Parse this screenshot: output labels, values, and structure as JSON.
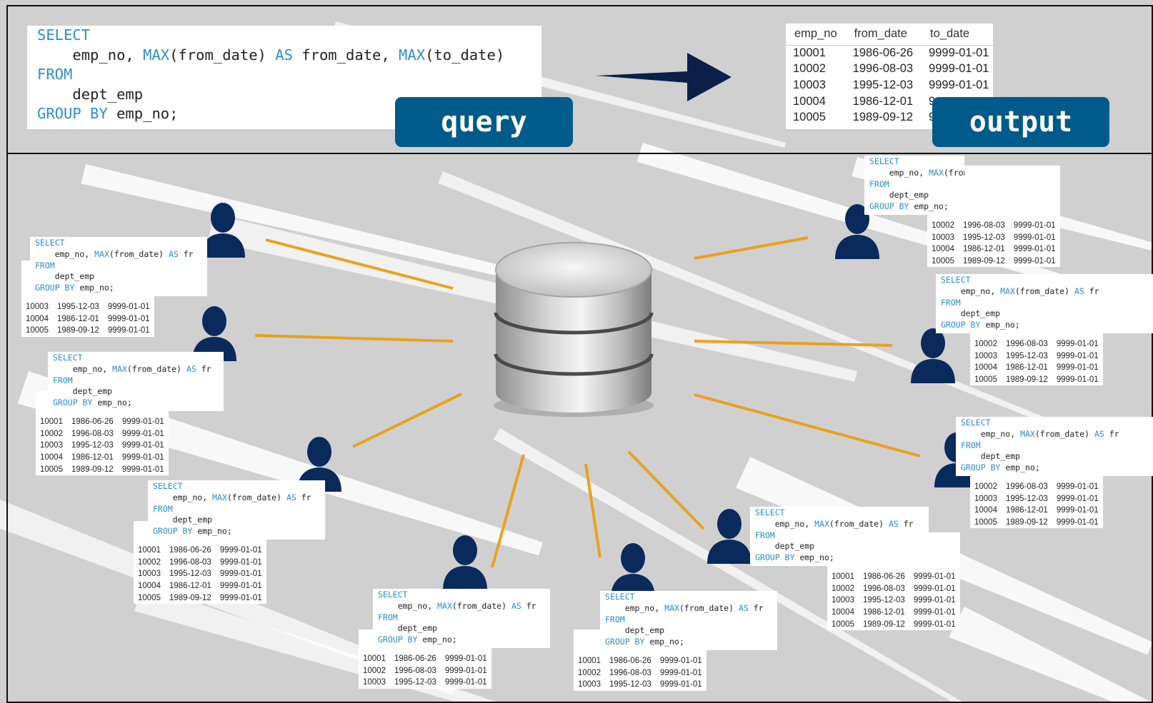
{
  "query_panel": {
    "code_lines": [
      [
        {
          "k": true,
          "t": "SELECT"
        }
      ],
      [
        {
          "k": false,
          "t": "    emp_no, "
        },
        {
          "k": true,
          "t": "MAX"
        },
        {
          "k": false,
          "t": "(from_date) "
        },
        {
          "k": true,
          "t": "AS"
        },
        {
          "k": false,
          "t": " from_date, "
        },
        {
          "k": true,
          "t": "MAX"
        },
        {
          "k": false,
          "t": "(to_date)"
        }
      ],
      [
        {
          "k": true,
          "t": "FROM"
        }
      ],
      [
        {
          "k": false,
          "t": "    dept_emp"
        }
      ],
      [
        {
          "k": true,
          "t": "GROUP BY"
        },
        {
          "k": false,
          "t": " emp_no;"
        }
      ]
    ],
    "badge_label": "query"
  },
  "output_panel": {
    "columns": [
      "emp_no",
      "from_date",
      "to_date"
    ],
    "rows": [
      [
        "10001",
        "1986-06-26",
        "9999-01-01"
      ],
      [
        "10002",
        "1996-08-03",
        "9999-01-01"
      ],
      [
        "10003",
        "1995-12-03",
        "9999-01-01"
      ],
      [
        "10004",
        "1986-12-01",
        "9"
      ],
      [
        "10005",
        "1989-09-12",
        "9"
      ]
    ],
    "badge_label": "output"
  },
  "small_query_lines": [
    [
      {
        "k": true,
        "t": "SELECT"
      }
    ],
    [
      {
        "k": false,
        "t": "    emp_no, "
      },
      {
        "k": true,
        "t": "MAX"
      },
      {
        "k": false,
        "t": "(from_date) "
      },
      {
        "k": true,
        "t": "AS"
      },
      {
        "k": false,
        "t": " fr"
      }
    ],
    [
      {
        "k": true,
        "t": "FROM"
      }
    ],
    [
      {
        "k": false,
        "t": "    dept_emp"
      }
    ],
    [
      {
        "k": true,
        "t": "GROUP BY"
      },
      {
        "k": false,
        "t": " emp_no;"
      }
    ]
  ],
  "colors": {
    "accent_line": "#e8a21e",
    "user_icon": "#0b2a5c",
    "badge": "#005b8a",
    "keyword": "#2d8fc7",
    "arrow": "#0b1f48"
  },
  "icons": {
    "database": "database-icon",
    "user": "user-icon",
    "arrow": "arrow-right-icon"
  }
}
